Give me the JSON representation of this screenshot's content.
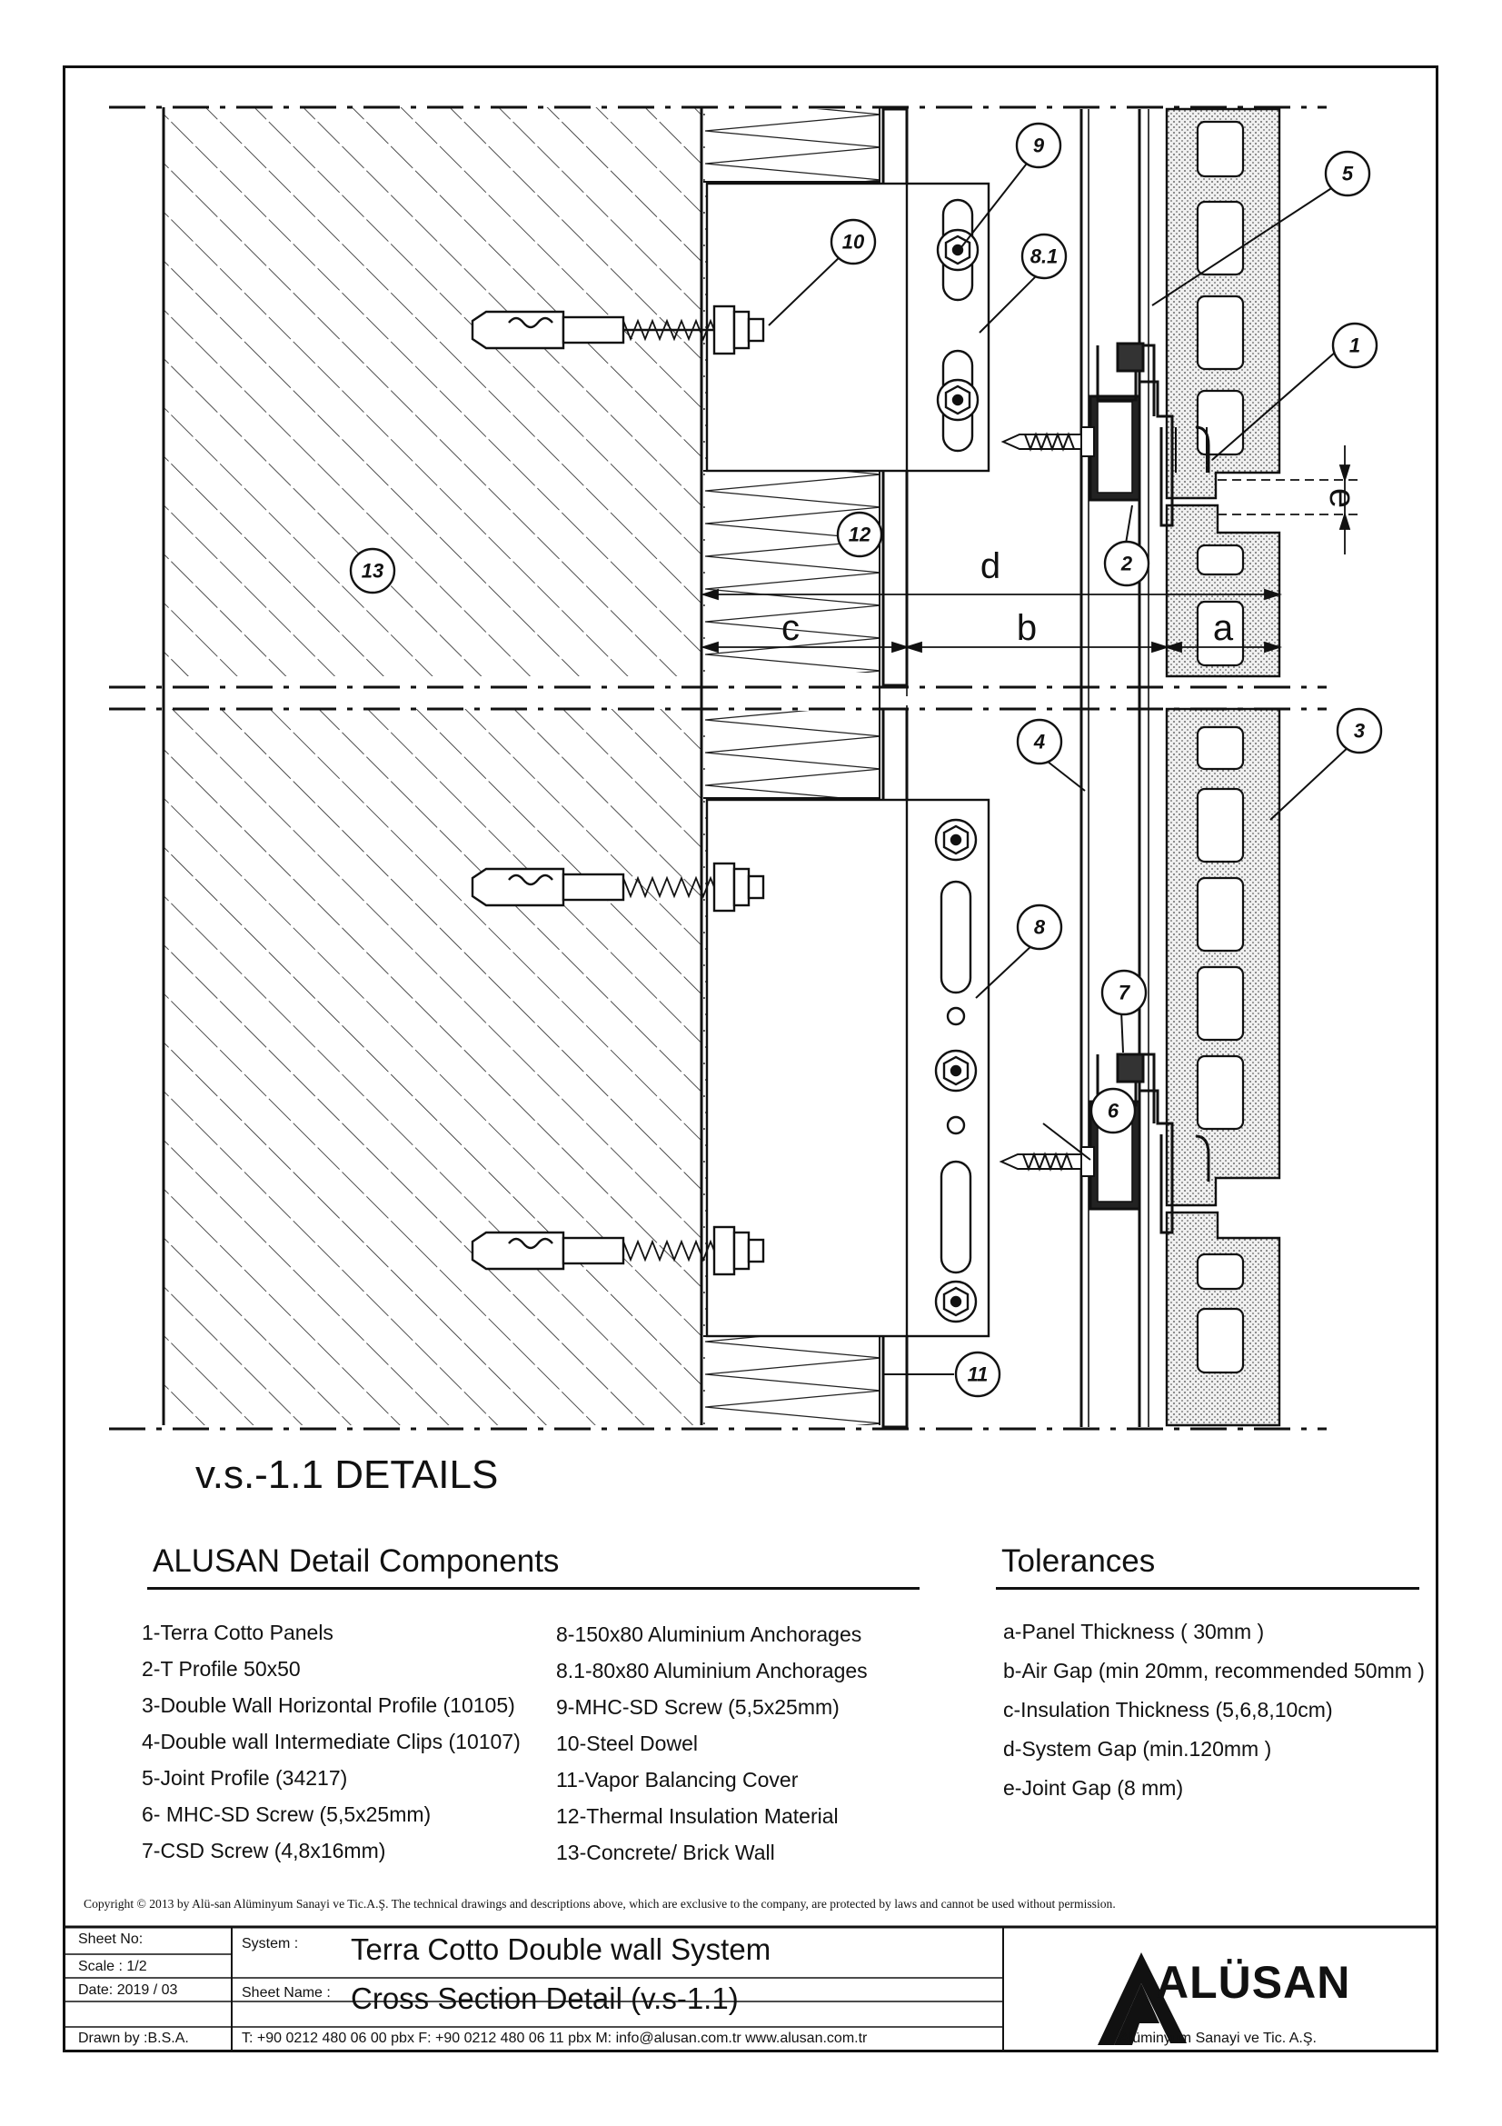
{
  "drawing": {
    "title": "v.s.-1.1 DETAILS",
    "callouts": {
      "c1": "1",
      "c2": "2",
      "c3": "3",
      "c4": "4",
      "c5": "5",
      "c6": "6",
      "c7": "7",
      "c8": "8",
      "c81": "8.1",
      "c9": "9",
      "c10": "10",
      "c11": "11",
      "c12": "12",
      "c13": "13"
    },
    "dimensions": {
      "a": "a",
      "b": "b",
      "c": "c",
      "d": "d",
      "e": "e"
    }
  },
  "components": {
    "heading": "ALUSAN Detail Components",
    "left": [
      "1-Terra Cotto Panels",
      "2-T Profile 50x50",
      "3-Double Wall Horizontal Profile (10105)",
      "4-Double wall Intermediate Clips (10107)",
      "5-Joint Profile (34217)",
      "6- MHC-SD Screw (5,5x25mm)",
      "7-CSD Screw (4,8x16mm)"
    ],
    "right": [
      "8-150x80 Aluminium Anchorages",
      "8.1-80x80 Aluminium Anchorages",
      "9-MHC-SD Screw (5,5x25mm)",
      "10-Steel Dowel",
      "11-Vapor Balancing Cover",
      "12-Thermal Insulation Material",
      "13-Concrete/ Brick Wall"
    ]
  },
  "tolerances": {
    "heading": "Tolerances",
    "items": [
      "a-Panel Thickness  ( 30mm )",
      "b-Air Gap (min 20mm, recommended 50mm )",
      "c-Insulation Thickness  (5,6,8,10cm)",
      "d-System Gap (min.120mm )",
      "e-Joint Gap  (8 mm)"
    ]
  },
  "copyright": "Copyright © 2013 by Alü-san Alüminyum Sanayi ve Tic.A.Ş. The technical drawings and descriptions above, which are exclusive to the company, are protected by laws and cannot be used without permission.",
  "title_block": {
    "sheet_no_label": "Sheet No:",
    "scale": "Scale : 1/2",
    "date": "Date: 2019 / 03",
    "drawn_by": "Drawn by :B.S.A.",
    "system_label": "System :",
    "system_value": "Terra Cotto Double wall System",
    "sheet_name_label": "Sheet Name :",
    "sheet_name_value": "Cross Section Detail (v.s-1.1)",
    "contact": "T: +90 0212 480 06 00 pbx   F: +90 0212 480 06 11 pbx    M: info@alusan.com.tr    www.alusan.com.tr",
    "logo_text": "ALÜSAN",
    "logo_sub": "Alüminyum Sanayi ve Tic. A.Ş."
  }
}
